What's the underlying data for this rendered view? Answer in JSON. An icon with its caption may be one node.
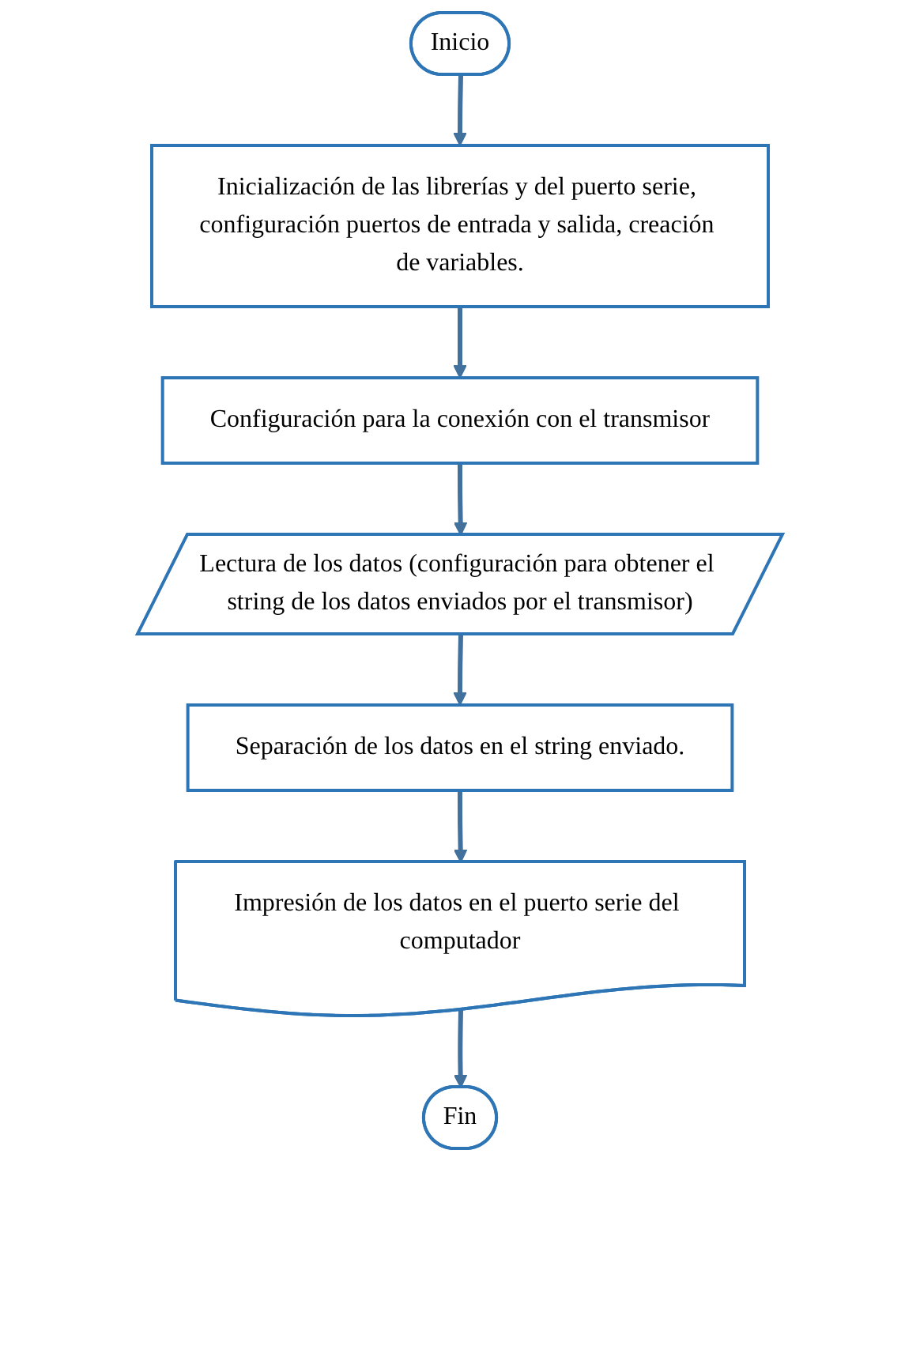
{
  "diagram": {
    "nodes": [
      {
        "text": [
          "Inicio"
        ]
      },
      {
        "text": [
          "Inicialización de las librerías y del puerto serie, configuración puertos de entrada y salida, creación de variables."
        ]
      },
      {
        "text": [
          "Configuración para la conexión con el transmisor"
        ]
      },
      {
        "text": [
          "Lectura de los datos (configuración para obtener el string de los datos enviados por el transmisor)"
        ]
      },
      {
        "text": [
          "Separación de los datos en el string enviado."
        ]
      },
      {
        "text": [
          "Impresión de los datos en el puerto serie del computador"
        ]
      },
      {
        "text": [
          "Fin"
        ]
      }
    ],
    "edges": [
      {
        "from": 0,
        "to": 1,
        "arrow": "to"
      },
      {
        "from": 1,
        "to": 2,
        "arrow": "to"
      },
      {
        "from": 2,
        "to": 3,
        "arrow": "to"
      },
      {
        "from": 3,
        "to": 4,
        "arrow": "to"
      },
      {
        "from": 4,
        "to": 5,
        "arrow": "to"
      },
      {
        "from": 5,
        "to": 6,
        "arrow": "to"
      }
    ]
  }
}
